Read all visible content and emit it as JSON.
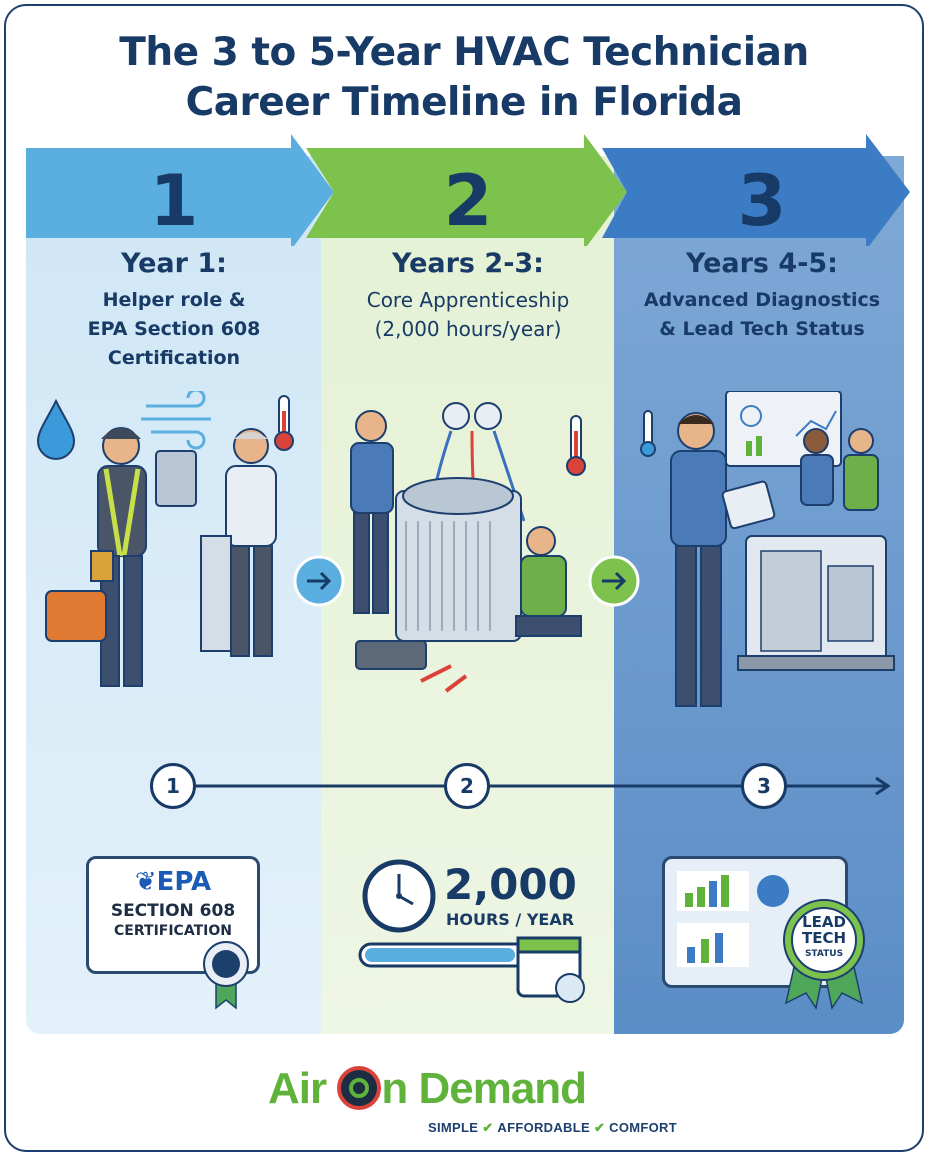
{
  "title_line1": "The 3 to 5-Year HVAC Technician",
  "title_line2": "Career Timeline in Florida",
  "steps": [
    {
      "number": "1",
      "year": "Year 1:",
      "desc_line1": "Helper role &",
      "desc_line2": "EPA Section 608",
      "desc_line3": "Certification",
      "dot": "1"
    },
    {
      "number": "2",
      "year": "Years 2-3:",
      "desc_line1": "Core Apprenticeship",
      "desc_line2": "(2,000 hours/year)",
      "dot": "2"
    },
    {
      "number": "3",
      "year": "Years 4-5:",
      "desc_line1": "Advanced Diagnostics",
      "desc_line2": "& Lead Tech Status",
      "dot": "3"
    }
  ],
  "epa_card": {
    "logo": "EPA",
    "line1": "SECTION 608",
    "line2": "CERTIFICATION"
  },
  "hours_card": {
    "number": "2,000",
    "label": "HOURS / YEAR"
  },
  "lead_card": {
    "line1": "LEAD",
    "line2": "TECH",
    "line3": "STATUS"
  },
  "brand": {
    "part1": "Air ",
    "part2": "n Demand",
    "tag1": "SIMPLE",
    "tag2": "AFFORDABLE",
    "tag3": "COMFORT"
  },
  "colors": {
    "navy": "#173a66",
    "green": "#5fb33a",
    "blue": "#3c7cc4",
    "lightblue": "#5aaee0"
  }
}
